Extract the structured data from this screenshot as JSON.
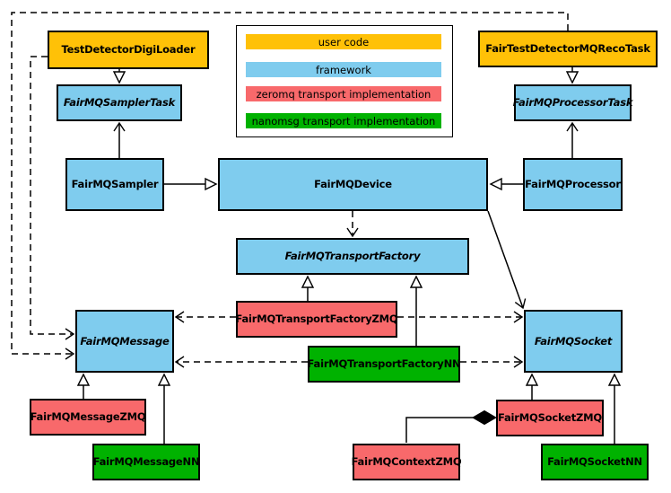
{
  "colors": {
    "user-code": "#FFC107",
    "framework": "#7FCCEE",
    "zeromq": "#F8696B",
    "nanomsg": "#00B200",
    "line": "#000000",
    "background": "#FFFFFF"
  },
  "legend": {
    "items": [
      {
        "label": "user code",
        "category": "user-code"
      },
      {
        "label": "framework",
        "category": "framework"
      },
      {
        "label": "zeromq transport implementation",
        "category": "zeromq"
      },
      {
        "label": "nanomsg transport implementation",
        "category": "nanomsg"
      }
    ]
  },
  "nodes": {
    "testDetectorDigiLoader": {
      "label": "TestDetectorDigiLoader",
      "category": "user-code",
      "abstract": false
    },
    "fairTestDetectorMQRecoTask": {
      "label": "FairTestDetectorMQRecoTask",
      "category": "user-code",
      "abstract": false
    },
    "fairMQSamplerTask": {
      "label": "FairMQSamplerTask",
      "category": "framework",
      "abstract": true
    },
    "fairMQProcessorTask": {
      "label": "FairMQProcessorTask",
      "category": "framework",
      "abstract": true
    },
    "fairMQSampler": {
      "label": "FairMQSampler",
      "category": "framework",
      "abstract": false
    },
    "fairMQDevice": {
      "label": "FairMQDevice",
      "category": "framework",
      "abstract": false
    },
    "fairMQProcessor": {
      "label": "FairMQProcessor",
      "category": "framework",
      "abstract": false
    },
    "fairMQTransportFactory": {
      "label": "FairMQTransportFactory",
      "category": "framework",
      "abstract": true
    },
    "fairMQTransportFactoryZMQ": {
      "label": "FairMQTransportFactoryZMQ",
      "category": "zeromq",
      "abstract": false
    },
    "fairMQTransportFactoryNN": {
      "label": "FairMQTransportFactoryNN",
      "category": "nanomsg",
      "abstract": false
    },
    "fairMQMessage": {
      "label": "FairMQMessage",
      "category": "framework",
      "abstract": true
    },
    "fairMQSocket": {
      "label": "FairMQSocket",
      "category": "framework",
      "abstract": true
    },
    "fairMQMessageZMQ": {
      "label": "FairMQMessageZMQ",
      "category": "zeromq",
      "abstract": false
    },
    "fairMQMessageNN": {
      "label": "FairMQMessageNN",
      "category": "nanomsg",
      "abstract": false
    },
    "fairMQSocketZMQ": {
      "label": "FairMQSocketZMQ",
      "category": "zeromq",
      "abstract": false
    },
    "fairMQSocketNN": {
      "label": "FairMQSocketNN",
      "category": "nanomsg",
      "abstract": false
    },
    "fairMQContextZMQ": {
      "label": "FairMQContextZMQ",
      "category": "zeromq",
      "abstract": false
    }
  },
  "edges": [
    {
      "from": "TestDetectorDigiLoader",
      "to": "FairMQSamplerTask",
      "kind": "inheritance"
    },
    {
      "from": "FairTestDetectorMQRecoTask",
      "to": "FairMQProcessorTask",
      "kind": "inheritance"
    },
    {
      "from": "FairMQSampler",
      "to": "FairMQDevice",
      "kind": "inheritance"
    },
    {
      "from": "FairMQProcessor",
      "to": "FairMQDevice",
      "kind": "inheritance"
    },
    {
      "from": "FairMQSampler",
      "to": "FairMQSamplerTask",
      "kind": "association"
    },
    {
      "from": "FairMQProcessor",
      "to": "FairMQProcessorTask",
      "kind": "association"
    },
    {
      "from": "FairMQDevice",
      "to": "FairMQTransportFactory",
      "kind": "dependency"
    },
    {
      "from": "FairMQDevice",
      "to": "FairMQSocket",
      "kind": "association"
    },
    {
      "from": "FairMQTransportFactoryZMQ",
      "to": "FairMQTransportFactory",
      "kind": "inheritance"
    },
    {
      "from": "FairMQTransportFactoryNN",
      "to": "FairMQTransportFactory",
      "kind": "inheritance"
    },
    {
      "from": "FairMQTransportFactoryZMQ",
      "to": "FairMQMessage",
      "kind": "dependency"
    },
    {
      "from": "FairMQTransportFactoryZMQ",
      "to": "FairMQSocket",
      "kind": "dependency"
    },
    {
      "from": "FairMQTransportFactoryNN",
      "to": "FairMQMessage",
      "kind": "dependency"
    },
    {
      "from": "FairMQTransportFactoryNN",
      "to": "FairMQSocket",
      "kind": "dependency"
    },
    {
      "from": "TestDetectorDigiLoader",
      "to": "FairMQMessage",
      "kind": "dependency"
    },
    {
      "from": "FairTestDetectorMQRecoTask",
      "to": "FairMQMessage",
      "kind": "dependency"
    },
    {
      "from": "FairMQMessageZMQ",
      "to": "FairMQMessage",
      "kind": "inheritance"
    },
    {
      "from": "FairMQMessageNN",
      "to": "FairMQMessage",
      "kind": "inheritance"
    },
    {
      "from": "FairMQSocketZMQ",
      "to": "FairMQSocket",
      "kind": "inheritance"
    },
    {
      "from": "FairMQSocketNN",
      "to": "FairMQSocket",
      "kind": "inheritance"
    },
    {
      "from": "FairMQSocketZMQ",
      "to": "FairMQContextZMQ",
      "kind": "composition"
    }
  ]
}
